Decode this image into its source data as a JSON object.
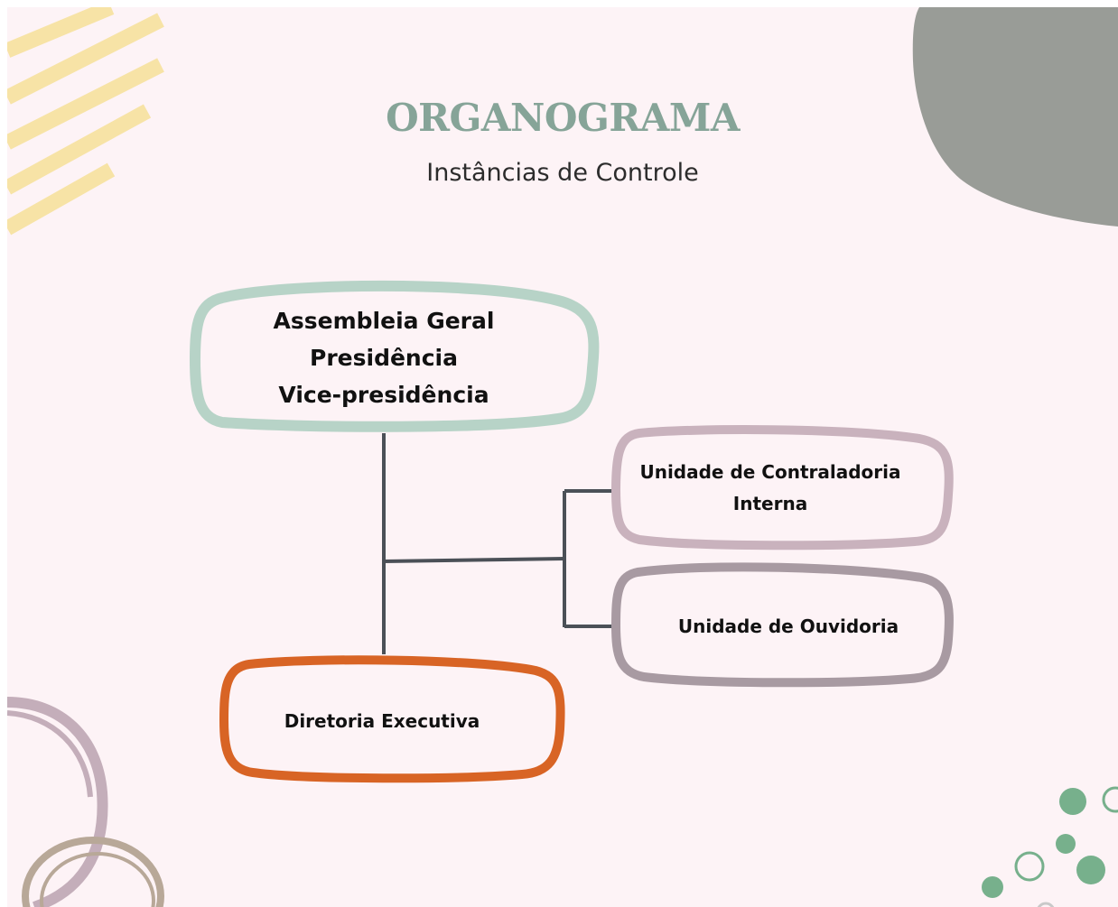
{
  "title": "ORGANOGRAMA",
  "subtitle": "Instâncias de Controle",
  "nodes": {
    "top": {
      "lines": [
        "Assembleia Geral",
        "Presidência",
        "Vice-presidência"
      ],
      "color": "#b7d3c7"
    },
    "controladoria": {
      "lines": [
        "Unidade de Contraladoria",
        "Interna"
      ],
      "color": "#c9b2bd"
    },
    "ouvidoria": {
      "label": "Unidade de Ouvidoria",
      "color": "#a89aa2"
    },
    "diretoria": {
      "label": "Diretoria Executiva",
      "color": "#d86425"
    }
  },
  "colors": {
    "background": "#fdf3f6",
    "title": "#86a498",
    "connector": "#4b5057",
    "gray_blob": "#999c97",
    "yellow_stripes": "#f7e3a6",
    "green_dots": "#77b08c"
  }
}
